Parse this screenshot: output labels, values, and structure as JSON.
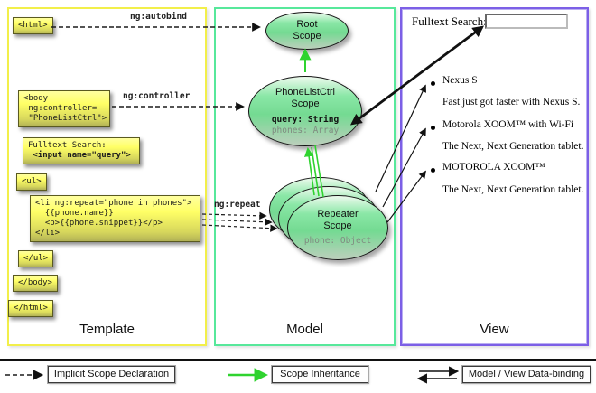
{
  "columns": {
    "template": {
      "label": "Template"
    },
    "model": {
      "label": "Model"
    },
    "view": {
      "label": "View"
    }
  },
  "template": {
    "html_open": "<html>",
    "body_open_1": "<body",
    "body_open_2": " ng:controller=",
    "body_open_3": " \"PhoneListCtrl\">",
    "fulltext_1": "Fulltext Search:",
    "fulltext_2": " <input name=\"query\">",
    "ul_open": "<ul>",
    "li_1": "<li ng:repeat=\"phone in phones\">",
    "li_2": "  {{phone.name}}",
    "li_3": "  <p>{{phone.snippet}}</p>",
    "li_4": "</li>",
    "ul_close": "</ul>",
    "body_close": "</body>",
    "html_close": "</html>"
  },
  "directives": {
    "autobind": "ng:autobind",
    "controller": "ng:controller",
    "repeat": "ng:repeat"
  },
  "scopes": {
    "root": {
      "line1": "Root",
      "line2": "Scope"
    },
    "phonelist": {
      "line1": "PhoneListCtrl",
      "line2": "Scope",
      "prop1": "query: String",
      "prop2": "phones: Array"
    },
    "repeater": {
      "line1": "Repeater",
      "line2": "Scope",
      "prop1": "phone: Object"
    }
  },
  "view": {
    "search_label": "Fulltext Search:",
    "search_value": "",
    "items": [
      {
        "title": "Nexus S",
        "desc": "Fast just got faster with Nexus S."
      },
      {
        "title": "Motorola XOOM™  with Wi-Fi",
        "desc": "The Next, Next Generation tablet."
      },
      {
        "title": "MOTOROLA XOOM™",
        "desc": "The Next, Next Generation tablet."
      }
    ]
  },
  "legend": {
    "implicit": "Implicit Scope Declaration",
    "inheritance": "Scope Inheritance",
    "binding": "Model / View Data-binding"
  },
  "colors": {
    "template_border": "#f2ef4a",
    "model_border": "#57e89b",
    "view_border": "#7c5fe6",
    "green_arrow": "#2fd32f",
    "code_box_top": "#ffff99",
    "code_box_bottom": "#b1b156",
    "scope_fill_top": "#8ae7a6"
  }
}
